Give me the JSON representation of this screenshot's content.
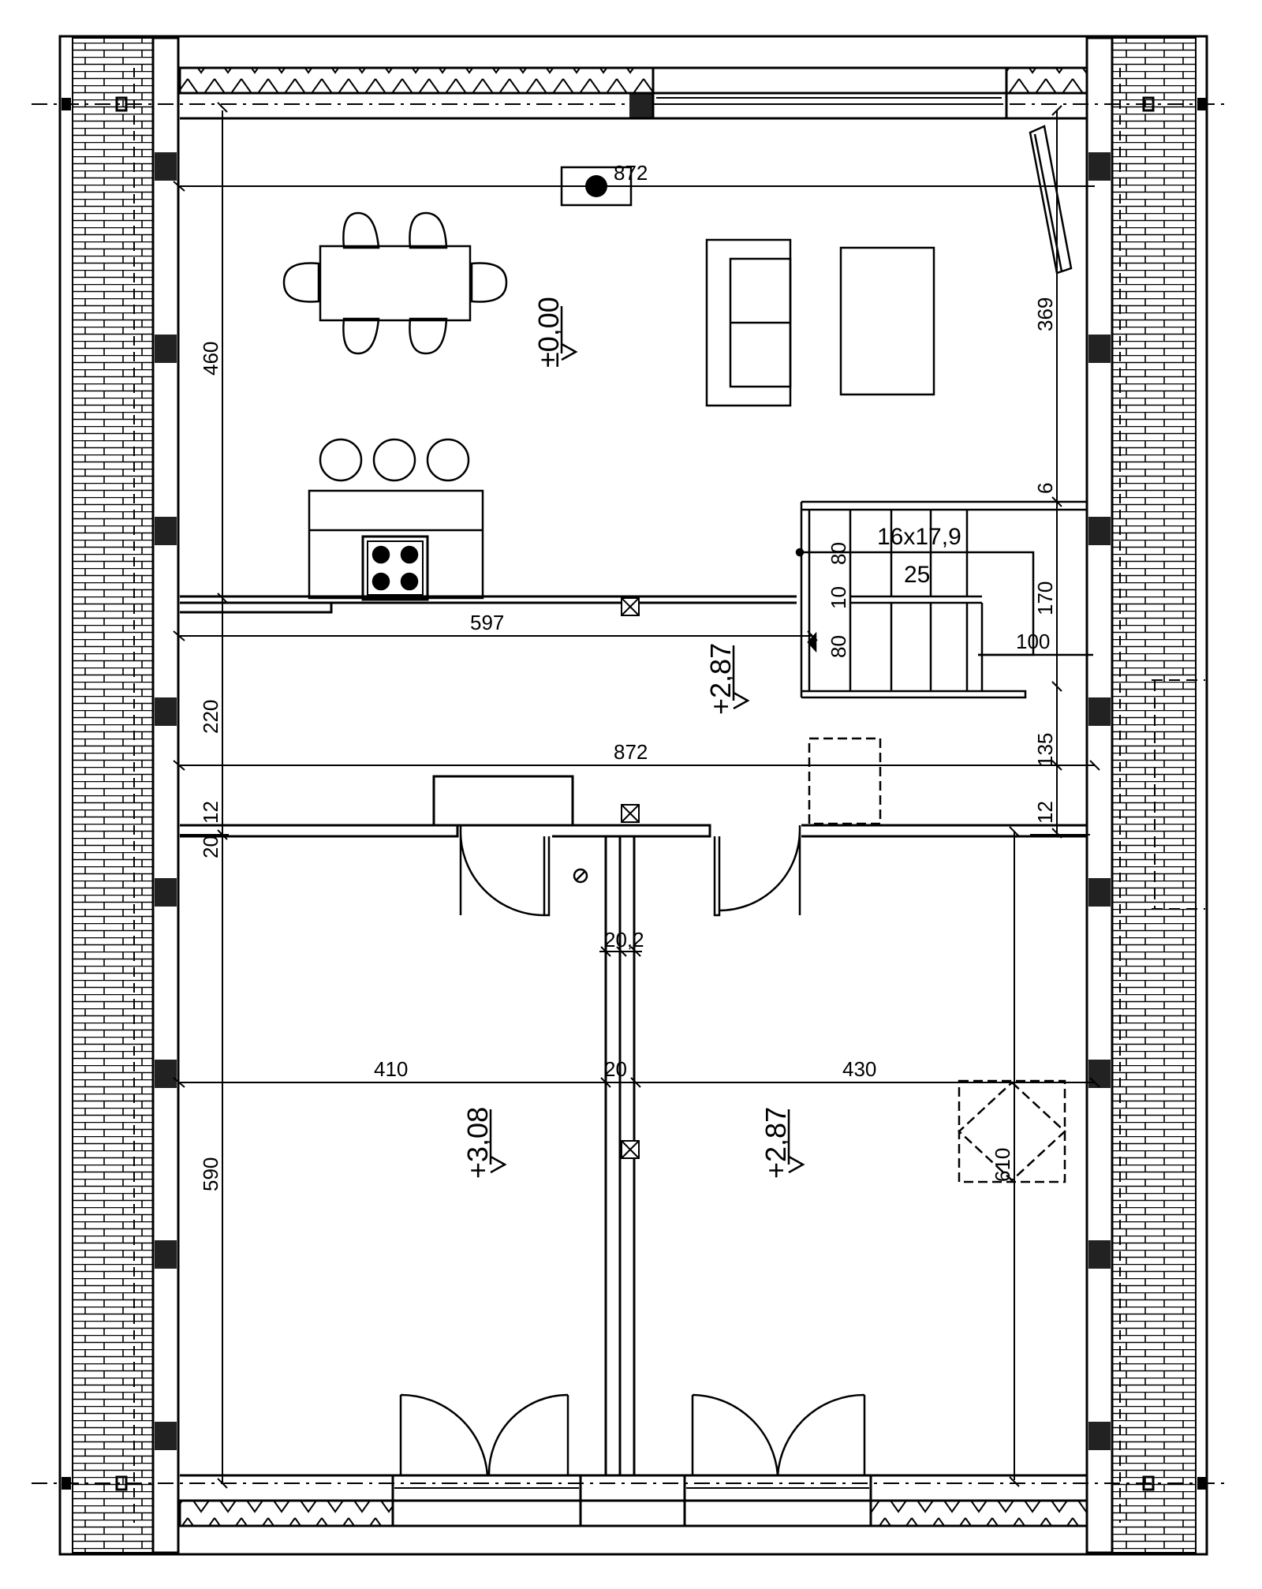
{
  "plan": {
    "dimensions": {
      "top_width": "872",
      "left_upper": "460",
      "right_upper": "369",
      "stair_gap": "6",
      "stair_spec": "16x17,9",
      "stair_going": "25",
      "stair_run_upper": "80",
      "stair_landing": "10",
      "stair_run_lower": "80",
      "stair_length": "170",
      "stair_width": "100",
      "kitchen_width": "597",
      "left_middle": "220",
      "middle_width": "872",
      "right_middle": "135",
      "left_wall_a": "12",
      "left_wall_b": "20",
      "right_wall": "12",
      "partition_upper": "20,2",
      "left_room_width": "410",
      "partition_mid": "20",
      "right_room_width": "430",
      "left_lower": "590",
      "right_lower": "610"
    },
    "levels": {
      "living": "±0,00",
      "hall": "+2,87",
      "room_left": "+3,08",
      "room_right": "+2,87"
    }
  }
}
